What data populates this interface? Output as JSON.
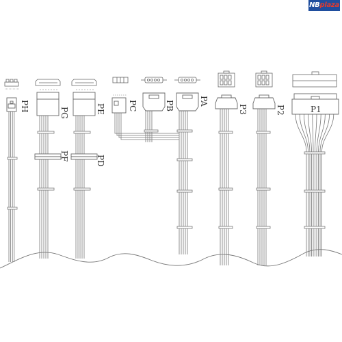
{
  "watermark": {
    "part1": "NB",
    "part2": "plaza"
  },
  "colors": {
    "line": "#666666",
    "faint": "#999999"
  },
  "connectors": [
    {
      "id": "PH",
      "label": "PH"
    },
    {
      "id": "PG",
      "label": "PG"
    },
    {
      "id": "PF",
      "label": "PF"
    },
    {
      "id": "PE",
      "label": "PE"
    },
    {
      "id": "PD",
      "label": "PD"
    },
    {
      "id": "PC",
      "label": "PC"
    },
    {
      "id": "PB",
      "label": "PB"
    },
    {
      "id": "PA",
      "label": "PA"
    },
    {
      "id": "P3",
      "label": "P3"
    },
    {
      "id": "P2",
      "label": "P2"
    },
    {
      "id": "P1",
      "label": "P1"
    }
  ]
}
